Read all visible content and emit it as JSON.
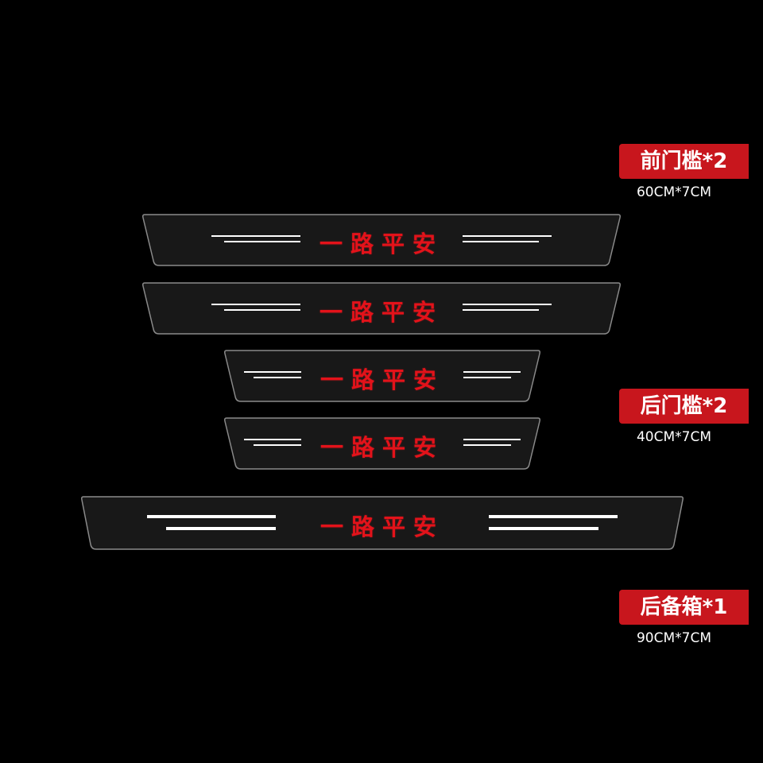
{
  "products": [
    {
      "text": "一路平安"
    },
    {
      "text": "一路平安"
    },
    {
      "text": "一路平安"
    },
    {
      "text": "一路平安"
    },
    {
      "text": "一路平安"
    }
  ],
  "labels": {
    "front": {
      "title": "前门槛*2",
      "size": "60CM*7CM"
    },
    "rear": {
      "title": "后门槛*2",
      "size": "40CM*7CM"
    },
    "trunk": {
      "title": "后备箱*1",
      "size": "90CM*7CM"
    }
  },
  "colors": {
    "background": "#000000",
    "tag_red": "#c8161d",
    "text_red": "#e3121a",
    "strip_body": "#181818",
    "line_white": "#ffffff"
  }
}
